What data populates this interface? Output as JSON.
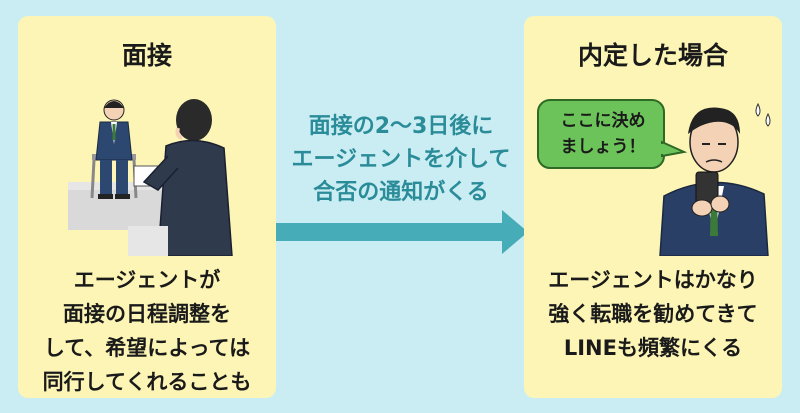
{
  "left_panel": {
    "title": "面接",
    "body_lines": [
      "エージェントが",
      "面接の日程調整を",
      "して、希望によっては",
      "同行してくれることも"
    ]
  },
  "middle": {
    "lines": [
      "面接の2〜3日後に",
      "エージェントを介して",
      "合否の通知がくる"
    ]
  },
  "right_panel": {
    "title": "内定した場合",
    "speech_bubble_lines": [
      "ここに決め",
      "ましょう！"
    ],
    "body_lines": [
      "エージェントはかなり",
      "強く転職を勧めてきて",
      "LINEも頻繁にくる"
    ]
  },
  "colors": {
    "background": "#c9edf2",
    "panel": "#fcf5b5",
    "arrow": "#45acb8",
    "middle_text": "#2b8c99",
    "speech_bubble": "#6cc35a"
  }
}
